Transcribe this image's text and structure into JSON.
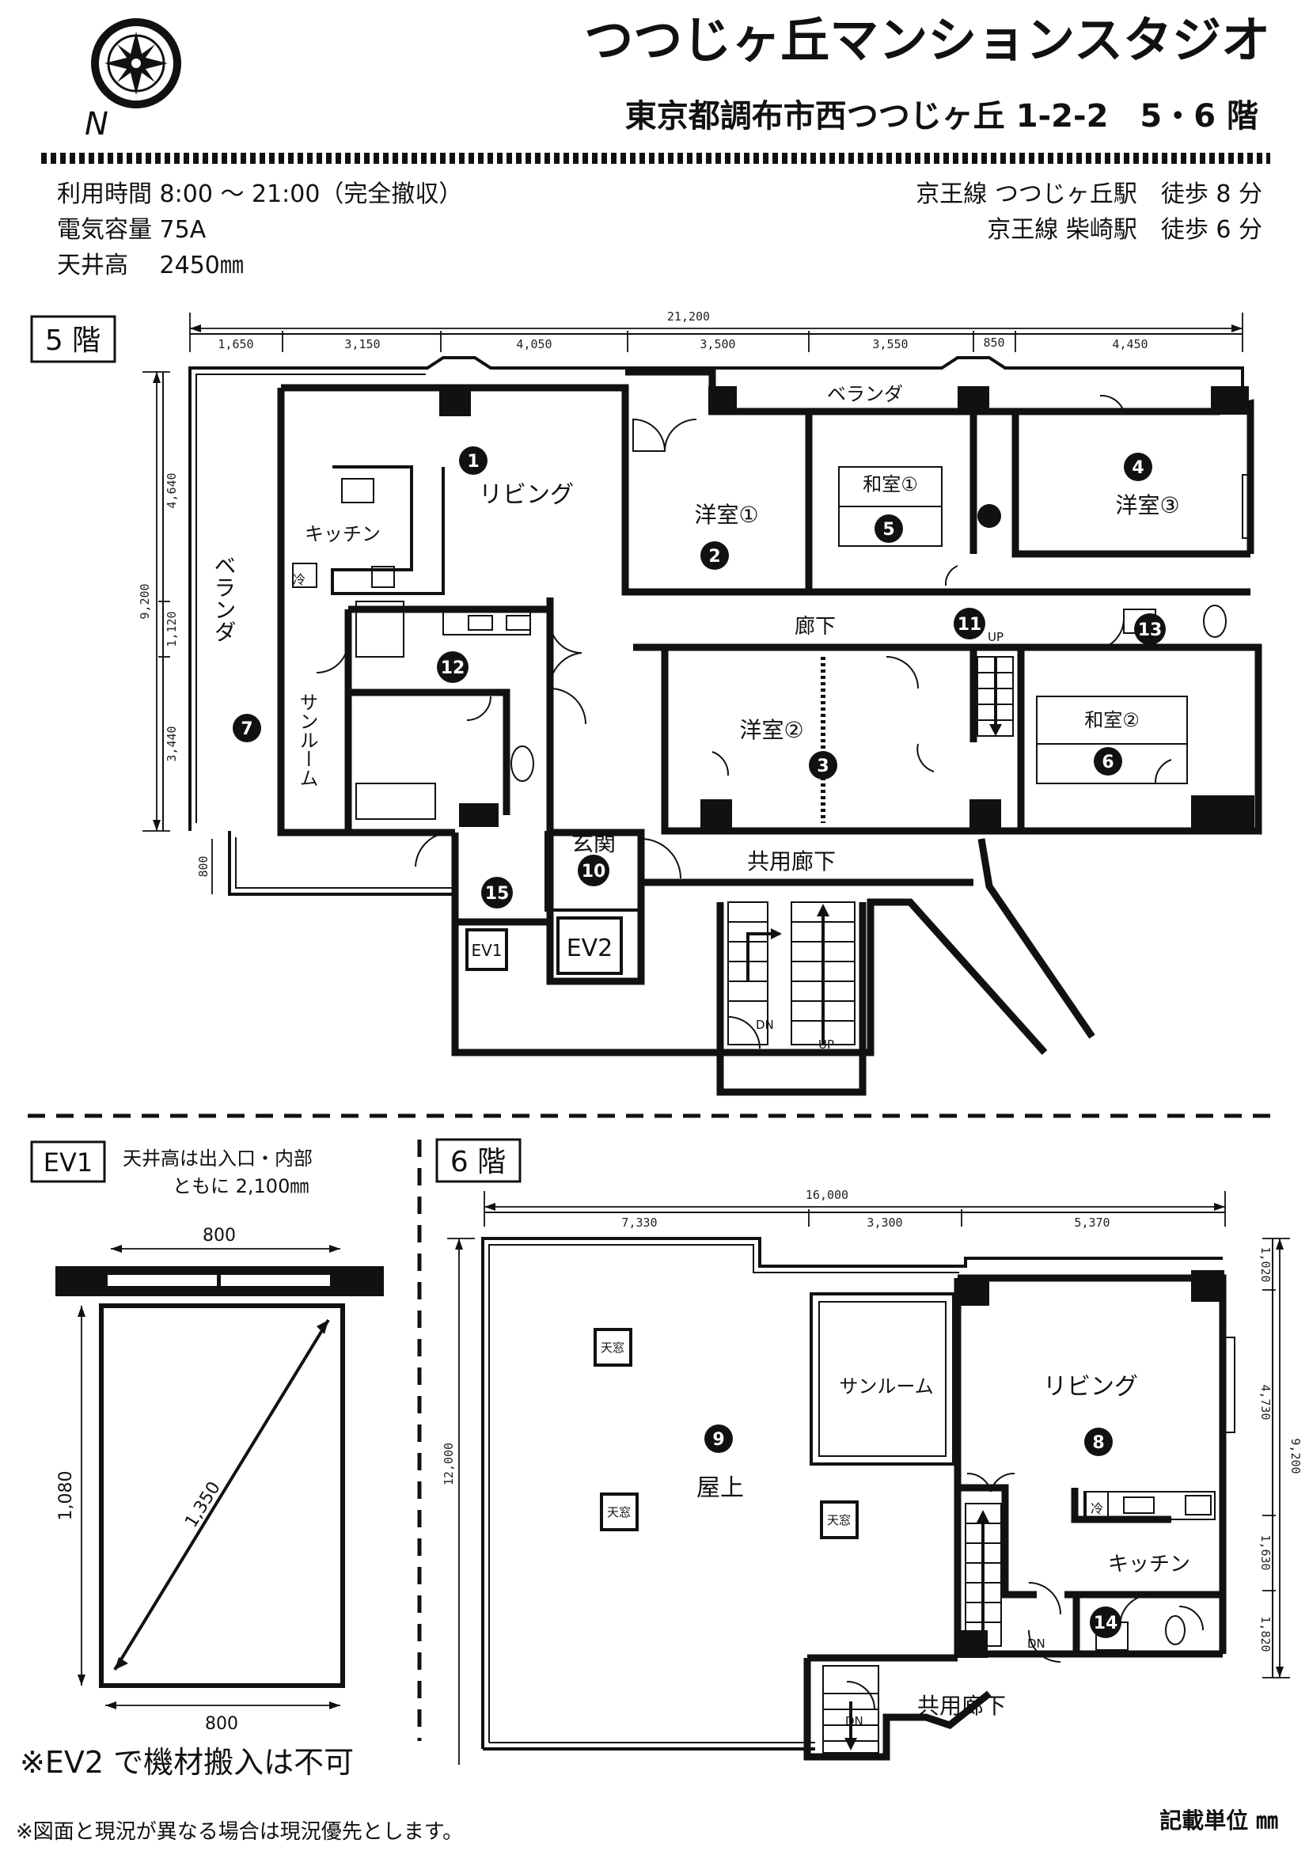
{
  "header": {
    "title": "つつじヶ丘マンションスタジオ",
    "address": "東京都調布市西つつじヶ丘 1-2-2　5・6 階"
  },
  "info": {
    "left": [
      "利用時間 8:00 ～ 21:00（完全撤収）",
      "電気容量 75A",
      "天井高　 2450㎜"
    ],
    "right": [
      "京王線 つつじヶ丘駅　徒歩 8 分",
      "京王線 柴崎駅　徒歩 6 分"
    ]
  },
  "compass": {
    "label": "N"
  },
  "floor5": {
    "label": "5 階",
    "dim_total": "21,200",
    "dims_top": [
      "1,650",
      "3,150",
      "4,050",
      "3,500",
      "3,550",
      "850",
      "4,450"
    ],
    "dims_left": [
      "4,640",
      "1,120",
      "3,440"
    ],
    "dim_left_total": "9,200",
    "dim_small": "800",
    "rooms": {
      "living": "リビング",
      "kitchen": "キッチン",
      "fridge": "冷",
      "veranda_left": "ベランダ",
      "veranda_top": "ベランダ",
      "sunroom": "サンルーム",
      "yoshitsu1": "洋室①",
      "yoshitsu2": "洋室②",
      "yoshitsu3": "洋室③",
      "washitsu1": "和室①",
      "washitsu2": "和室②",
      "corridor": "廊下",
      "entrance": "玄関",
      "common_corridor": "共用廊下",
      "ev1": "EV1",
      "ev2": "EV2",
      "up": "UP",
      "dn": "DN",
      "up2": "UP"
    },
    "numbers": [
      "1",
      "2",
      "3",
      "4",
      "5",
      "6",
      "7",
      "10",
      "11",
      "12",
      "13",
      "15"
    ]
  },
  "ev1_panel": {
    "label": "EV1",
    "note_line1": "天井高は出入口・内部",
    "note_line2": "ともに 2,100㎜",
    "dim_top": "800",
    "dim_bottom": "800",
    "dim_left": "1,080",
    "dim_diag": "1,350",
    "warning": "※EV2 で機材搬入は不可"
  },
  "floor6": {
    "label": "6 階",
    "dim_total": "16,000",
    "dims_top": [
      "7,330",
      "3,300",
      "5,370"
    ],
    "dims_right": [
      "1,020",
      "4,730",
      "1,630",
      "1,820"
    ],
    "dim_right_total": "9,200",
    "dim_left": "12,000",
    "rooms": {
      "rooftop": "屋上",
      "skylight": "天窓",
      "sunroom": "サンルーム",
      "living": "リビング",
      "kitchen": "キッチン",
      "fridge": "冷",
      "common_corridor": "共用廊下",
      "dn1": "DN",
      "dn2": "DN"
    },
    "numbers": [
      "8",
      "9",
      "14"
    ]
  },
  "footer": {
    "note": "※図面と現況が異なる場合は現況優先とします。",
    "unit": "記載単位 ㎜"
  }
}
